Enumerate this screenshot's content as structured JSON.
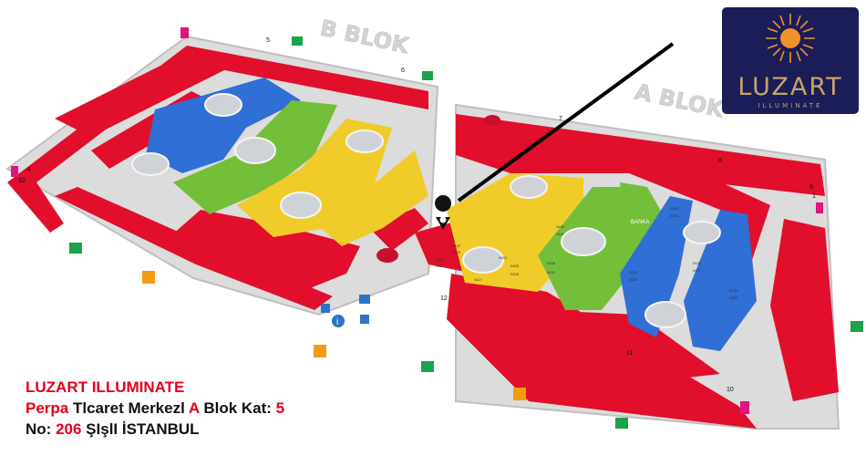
{
  "map": {
    "block_b_label": "B BLOK",
    "block_a_label": "A BLOK",
    "stairs": [
      "1",
      "2",
      "3",
      "4",
      "5",
      "6",
      "7",
      "8",
      "9",
      "10",
      "11",
      "12"
    ],
    "store_codes": [
      "0420",
      "0421",
      "0422",
      "0423",
      "0424",
      "0425",
      "0426",
      "0427",
      "0428",
      "0429",
      "0430",
      "0431",
      "0432",
      "0433",
      "0434",
      "0435",
      "0436",
      "0437",
      "0438",
      "0439"
    ],
    "bank_label": "BANKA",
    "colors": {
      "red": "#e10f2b",
      "blue": "#2f6fd6",
      "green": "#73bf3a",
      "yellow": "#f0cc2b",
      "floor": "#d9d9d9",
      "marker": "#111111"
    }
  },
  "logo": {
    "name": "LUZART",
    "tagline": "ILLUMINATE"
  },
  "address": {
    "company": "LUZART ILLUMINATE",
    "place_1": "Perpa",
    "place_2": "Tlcaret Merkezl",
    "block_letter": "A",
    "floor_text": "Blok Kat:",
    "floor_number": "5",
    "no_label": "No:",
    "no_value": "206",
    "district": "ŞIşlI İSTANBUL"
  }
}
